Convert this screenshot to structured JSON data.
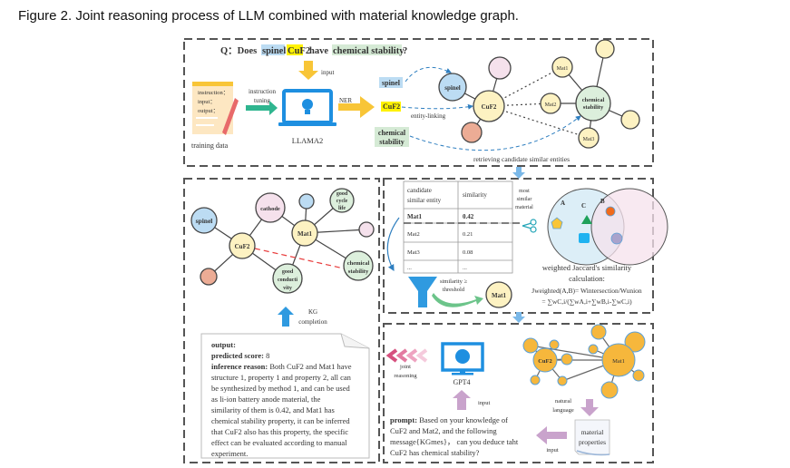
{
  "figure": {
    "label": "Figure 2",
    "caption": ". Joint reasoning process of LLM combined with material knowledge graph."
  },
  "top_panel": {
    "question_prefix": "Q：Does",
    "q_spinel": "spinel",
    "q_cuf2": "CuF2",
    "q_have": "have",
    "q_chem": "chemical stability",
    "q_mark": "?",
    "input_label": "input",
    "doc_lines": [
      "instruction：",
      "input：",
      "output："
    ],
    "training_data": "training data",
    "instruction_tuning": [
      "instruction",
      "tuning"
    ],
    "llm_name": "LLAMA2",
    "ner": "NER",
    "entities": {
      "spinel": "spinel",
      "cuf2": "CuF2",
      "chem": [
        "chemical",
        "stability"
      ]
    },
    "entity_linking": "entity-linking",
    "nodes": {
      "spinel": "spinel",
      "cuf2": "CuF2",
      "mat1": "Mat1",
      "mat2": "Mat2",
      "mat3": "Mat3",
      "chem": [
        "chemical",
        "stability"
      ]
    },
    "retrieving": "retrieving candidate similar entities"
  },
  "kg_panel": {
    "nodes": {
      "spinel": "spinel",
      "cathode": "cathode",
      "cuf2": "CuF2",
      "mat1": "Mat1",
      "cycle": [
        "good",
        "cycle",
        "life"
      ],
      "chem": [
        "chemical",
        "stability"
      ],
      "cond": [
        "good",
        "conducti",
        "vity"
      ]
    },
    "completion": [
      "KG",
      "completion"
    ]
  },
  "output_note": {
    "output_label": "output:",
    "score_label": "predicted score:",
    "score_value": "8",
    "reason_label": "inference reason:",
    "reason_lines": [
      "Both CuF2 and Mat1 have",
      "structure 1, property 1 and property 2, all can",
      "be synthesized by method 1, and can be used",
      "as li-ion battery anode material, the",
      "similarity of them is 0.42, and Mat1 has",
      "chemical stability property, it can be inferred",
      "that CuF2 also has this property, the specific",
      "effect can be evaluated according to manual",
      "experiment."
    ]
  },
  "similarity_panel": {
    "table": {
      "headers": [
        [
          "candidate",
          "similar entity"
        ],
        [
          "similarity"
        ]
      ],
      "rows": [
        {
          "entity": "Mat1",
          "similarity": "0.42"
        },
        {
          "entity": "Mat2",
          "similarity": "0.21"
        },
        {
          "entity": "Mat3",
          "similarity": "0.08"
        },
        {
          "entity": "...",
          "similarity": "..."
        }
      ]
    },
    "most_similar": [
      "most",
      "similar",
      "material"
    ],
    "venn": {
      "a": "A",
      "b": "B",
      "c": "C"
    },
    "jaccard_lines": [
      "weighted Jaccard's similarity",
      "calculation:",
      "Jweighted(A,B)= Wintersection/Wunion",
      "= ∑wC,i/(∑wA,i+∑wB,i-∑wC,i)"
    ],
    "threshold": [
      "similarity ≥",
      "threshold"
    ],
    "result": "Mat1"
  },
  "reasoning_panel": {
    "joint_reasoning": [
      "joint",
      "reasoning"
    ],
    "gpt": "GPT4",
    "input_label": "input",
    "prompt_label": "prompt:",
    "prompt_lines": [
      "Based on your knowledge of",
      "CuF2 and Mat2, and the following",
      "message{KGmes}， can you deduce taht",
      "CuF2 has chemical stability?"
    ],
    "graph": {
      "cuf2": "CuF2",
      "mat1": "Mat1"
    },
    "natural_language": [
      "natural",
      "language"
    ],
    "material_properties": [
      "material",
      "properties"
    ],
    "input_label2": "input"
  },
  "colors": {
    "blue": "#bcdcf3",
    "yellow": "#fdf2c2",
    "green": "#dcefdc",
    "pink": "#f5e1ec",
    "orange": "#f6b73c",
    "arrow_yellow": "#f8c537",
    "arrow_purple": "#c9a3cc",
    "link_blue": "#2f7fc0"
  }
}
